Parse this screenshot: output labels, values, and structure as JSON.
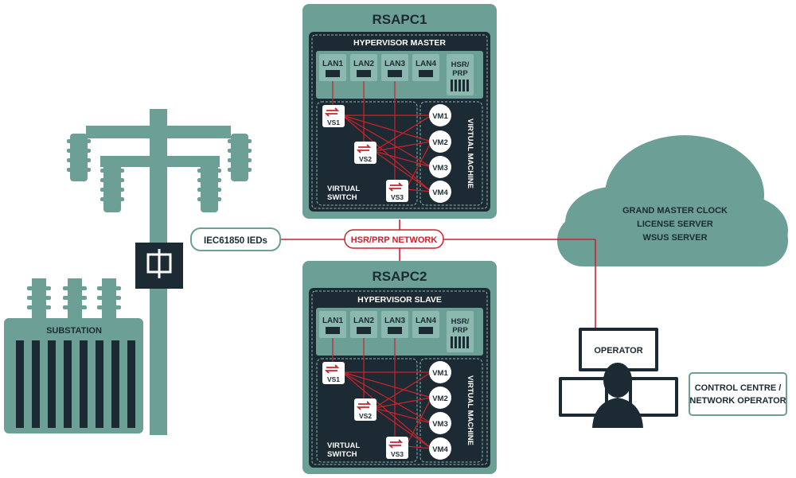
{
  "colors": {
    "teal": "#6c9f96",
    "teal_light": "#8bb9b0",
    "dark": "#1c2b33",
    "red": "#d0202b",
    "white": "#ffffff"
  },
  "rsapc1": {
    "title": "RSAPC1",
    "hypervisor": "HYPERVISOR MASTER",
    "lans": [
      "LAN1",
      "LAN2",
      "LAN3",
      "LAN4"
    ],
    "hsr_line1": "HSR/",
    "hsr_line2": "PRP",
    "switches": [
      "VS1",
      "VS2",
      "VS3"
    ],
    "vms": [
      "VM1",
      "VM2",
      "VM3",
      "VM4"
    ],
    "virtual_switch_line1": "VIRTUAL",
    "virtual_switch_line2": "SWITCH",
    "virtual_machine": "VIRTUAL MACHINE"
  },
  "rsapc2": {
    "title": "RSAPC2",
    "hypervisor": "HYPERVISOR SLAVE",
    "lans": [
      "LAN1",
      "LAN2",
      "LAN3",
      "LAN4"
    ],
    "hsr_line1": "HSR/",
    "hsr_line2": "PRP",
    "switches": [
      "VS1",
      "VS2",
      "VS3"
    ],
    "vms": [
      "VM1",
      "VM2",
      "VM3",
      "VM4"
    ],
    "virtual_switch_line1": "VIRTUAL",
    "virtual_switch_line2": "SWITCH",
    "virtual_machine": "VIRTUAL MACHINE"
  },
  "network": {
    "label": "HSR/PRP NETWORK"
  },
  "ieds": {
    "label": "IEC61850 IEDs"
  },
  "substation": {
    "label": "SUBSTATION"
  },
  "cloud": {
    "line1": "GRAND MASTER CLOCK",
    "line2": "LICENSE SERVER",
    "line3": "WSUS SERVER"
  },
  "operator": {
    "label": "OPERATOR"
  },
  "control_centre": {
    "line1": "CONTROL CENTRE /",
    "line2": "NETWORK OPERATOR"
  }
}
